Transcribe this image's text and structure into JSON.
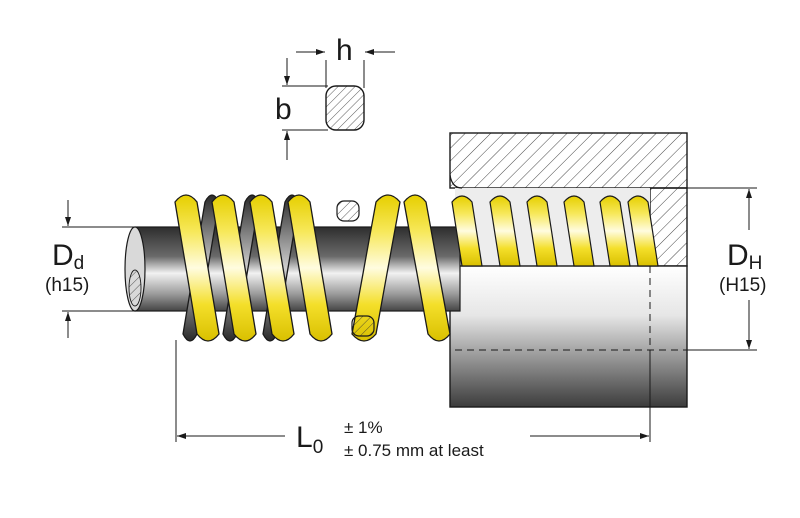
{
  "labels": {
    "h": "h",
    "b": "b",
    "dd_main": "D",
    "dd_sub": "d",
    "dd_tol": "(h15)",
    "dh_main": "D",
    "dh_sub": "H",
    "dh_tol": "(H15)",
    "l0_main": "L",
    "l0_sub": "0",
    "l0_tol1": "± 1%",
    "l0_tol2": "± 0.75 mm at least"
  },
  "colors": {
    "spring_yellow": "#f2dc14",
    "spring_yellow_dark": "#c9b000",
    "outline": "#1a1a1a",
    "steel_dark": "#3a3a3a",
    "steel_light": "#e8e8e8"
  }
}
